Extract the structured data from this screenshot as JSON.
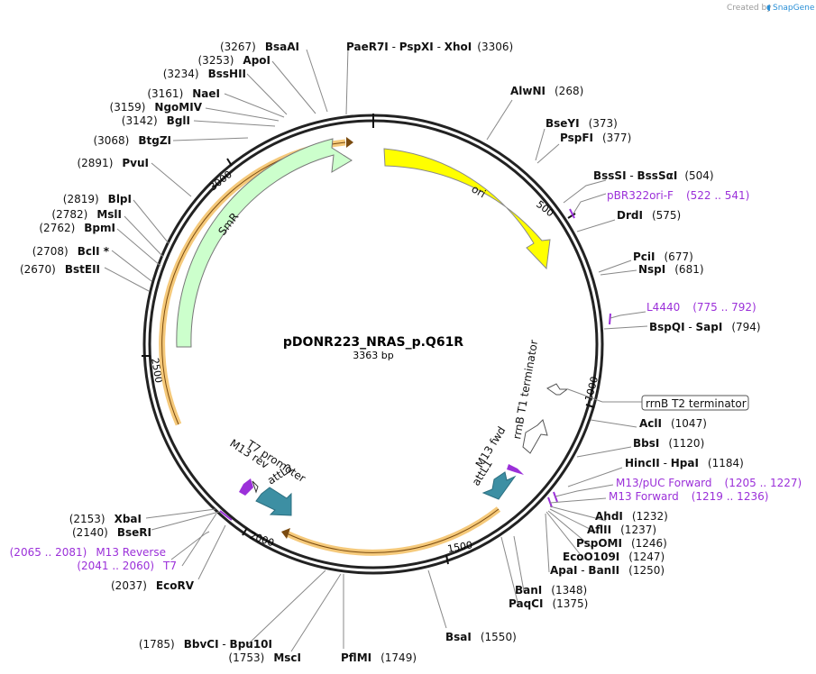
{
  "watermark": {
    "prefix": "Created by",
    "brand": "SnapGene"
  },
  "plasmid": {
    "name": "pDONR223_NRAS_p.Q61R",
    "size": "3363 bp"
  },
  "ticks": [
    "500",
    "1000",
    "1500",
    "2000",
    "2500",
    "3000"
  ],
  "enzymes": {
    "paer7i": "PaeR7I",
    "pspxi": "PspXI",
    "xhoi": "XhoI",
    "xhoi_pos": "(3306)",
    "alwni": "AlwNI",
    "alwni_pos": "(268)",
    "bseyi": "BseYI",
    "bseyi_pos": "(373)",
    "pspfi": "PspFI",
    "pspfi_pos": "(377)",
    "bsssi": "BssSI",
    "bsssai": "BssSαI",
    "bsssi_pos": "(504)",
    "drdi": "DrdI",
    "drdi_pos": "(575)",
    "pcii": "PciI",
    "pcii_pos": "(677)",
    "nspi": "NspI",
    "nspi_pos": "(681)",
    "bspqi": "BspQI",
    "sapi": "SapI",
    "sapi_pos": "(794)",
    "acli": "AclI",
    "acli_pos": "(1047)",
    "bbsi": "BbsI",
    "bbsi_pos": "(1120)",
    "hincii": "HincII",
    "hpai": "HpaI",
    "hpai_pos": "(1184)",
    "ahdi": "AhdI",
    "ahdi_pos": "(1232)",
    "aflii": "AflII",
    "aflii_pos": "(1237)",
    "pspomi": "PspOMI",
    "pspomi_pos": "(1246)",
    "ecoo109i": "EcoO109I",
    "ecoo109i_pos": "(1247)",
    "apai": "ApaI",
    "banii": "BanII",
    "banii_pos": "(1250)",
    "bani": "BanI",
    "bani_pos": "(1348)",
    "paqci": "PaqCI",
    "paqci_pos": "(1375)",
    "bsai": "BsaI",
    "bsai_pos": "(1550)",
    "pflmi": "PflMI",
    "pflmi_pos": "(1749)",
    "msci": "MscI",
    "msci_pos": "(1753)",
    "bbvci": "BbvCI",
    "bpu10i": "Bpu10I",
    "bbvci_pos": "(1785)",
    "ecorv": "EcoRV",
    "ecorv_pos": "(2037)",
    "bseri": "BseRI",
    "bseri_pos": "(2140)",
    "xbai": "XbaI",
    "xbai_pos": "(2153)",
    "bsteii": "BstEII",
    "bsteii_pos": "(2670)",
    "bcli": "BclI *",
    "bcli_pos": "(2708)",
    "bpmi": "BpmI",
    "bpmi_pos": "(2762)",
    "msli": "MslI",
    "msli_pos": "(2782)",
    "blpi": "BlpI",
    "blpi_pos": "(2819)",
    "pvui": "PvuI",
    "pvui_pos": "(2891)",
    "btgzi": "BtgZI",
    "btgzi_pos": "(3068)",
    "bgli": "BglI",
    "bgli_pos": "(3142)",
    "ngomiv": "NgoMIV",
    "ngomiv_pos": "(3159)",
    "naei": "NaeI",
    "naei_pos": "(3161)",
    "bsshii": "BssHII",
    "bsshii_pos": "(3234)",
    "apoi": "ApoI",
    "apoi_pos": "(3253)",
    "bsaai": "BsaAI",
    "bsaai_pos": "(3267)"
  },
  "primers": {
    "pbr322": "pBR322ori-F",
    "pbr322_range": "(522 .. 541)",
    "l4440": "L4440",
    "l4440_range": "(775 .. 792)",
    "m13puc": "M13/pUC Forward",
    "m13puc_range": "(1205 .. 1227)",
    "m13fwd": "M13 Forward",
    "m13fwd_range": "(1219 .. 1236)",
    "m13rev": "M13 Reverse",
    "m13rev_range": "(2065 .. 2081)",
    "t7": "T7",
    "t7_range": "(2041 .. 2060)"
  },
  "features": {
    "ori": "ori",
    "smr": "SmR",
    "rrnb_t1": "rrnB T1 terminator",
    "rrnb_t2": "rrnB T2 terminator",
    "m13_fwd": "M13 fwd",
    "attl1": "attL1",
    "t7_promoter": "T7 promoter",
    "m13_rev": "M13 rev",
    "attl2": "attL2"
  },
  "colors": {
    "ori": "#ffff00",
    "smr": "#ccffcc",
    "insert": "#f5c97a",
    "att": "#3d8fa3",
    "primer": "#9b30d9",
    "backbone": "#222222"
  }
}
